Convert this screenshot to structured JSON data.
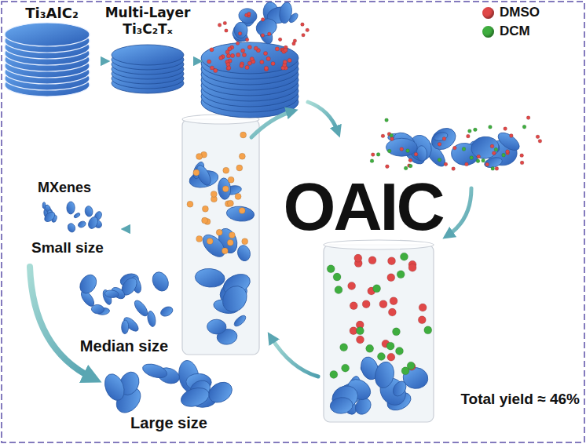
{
  "diagram": {
    "labels": [
      "Ti₃AlC₂",
      "Multi-Layer Ti₃C₂Tₓ",
      "OAIC",
      "MXenes",
      "Small size",
      "Median size",
      "Large size",
      "Total yield ≈ 46%"
    ],
    "legend": [
      {
        "text": "DMSO",
        "color": "#e04848"
      },
      {
        "text": "DCM",
        "color": "#3fae3f"
      }
    ]
  }
}
